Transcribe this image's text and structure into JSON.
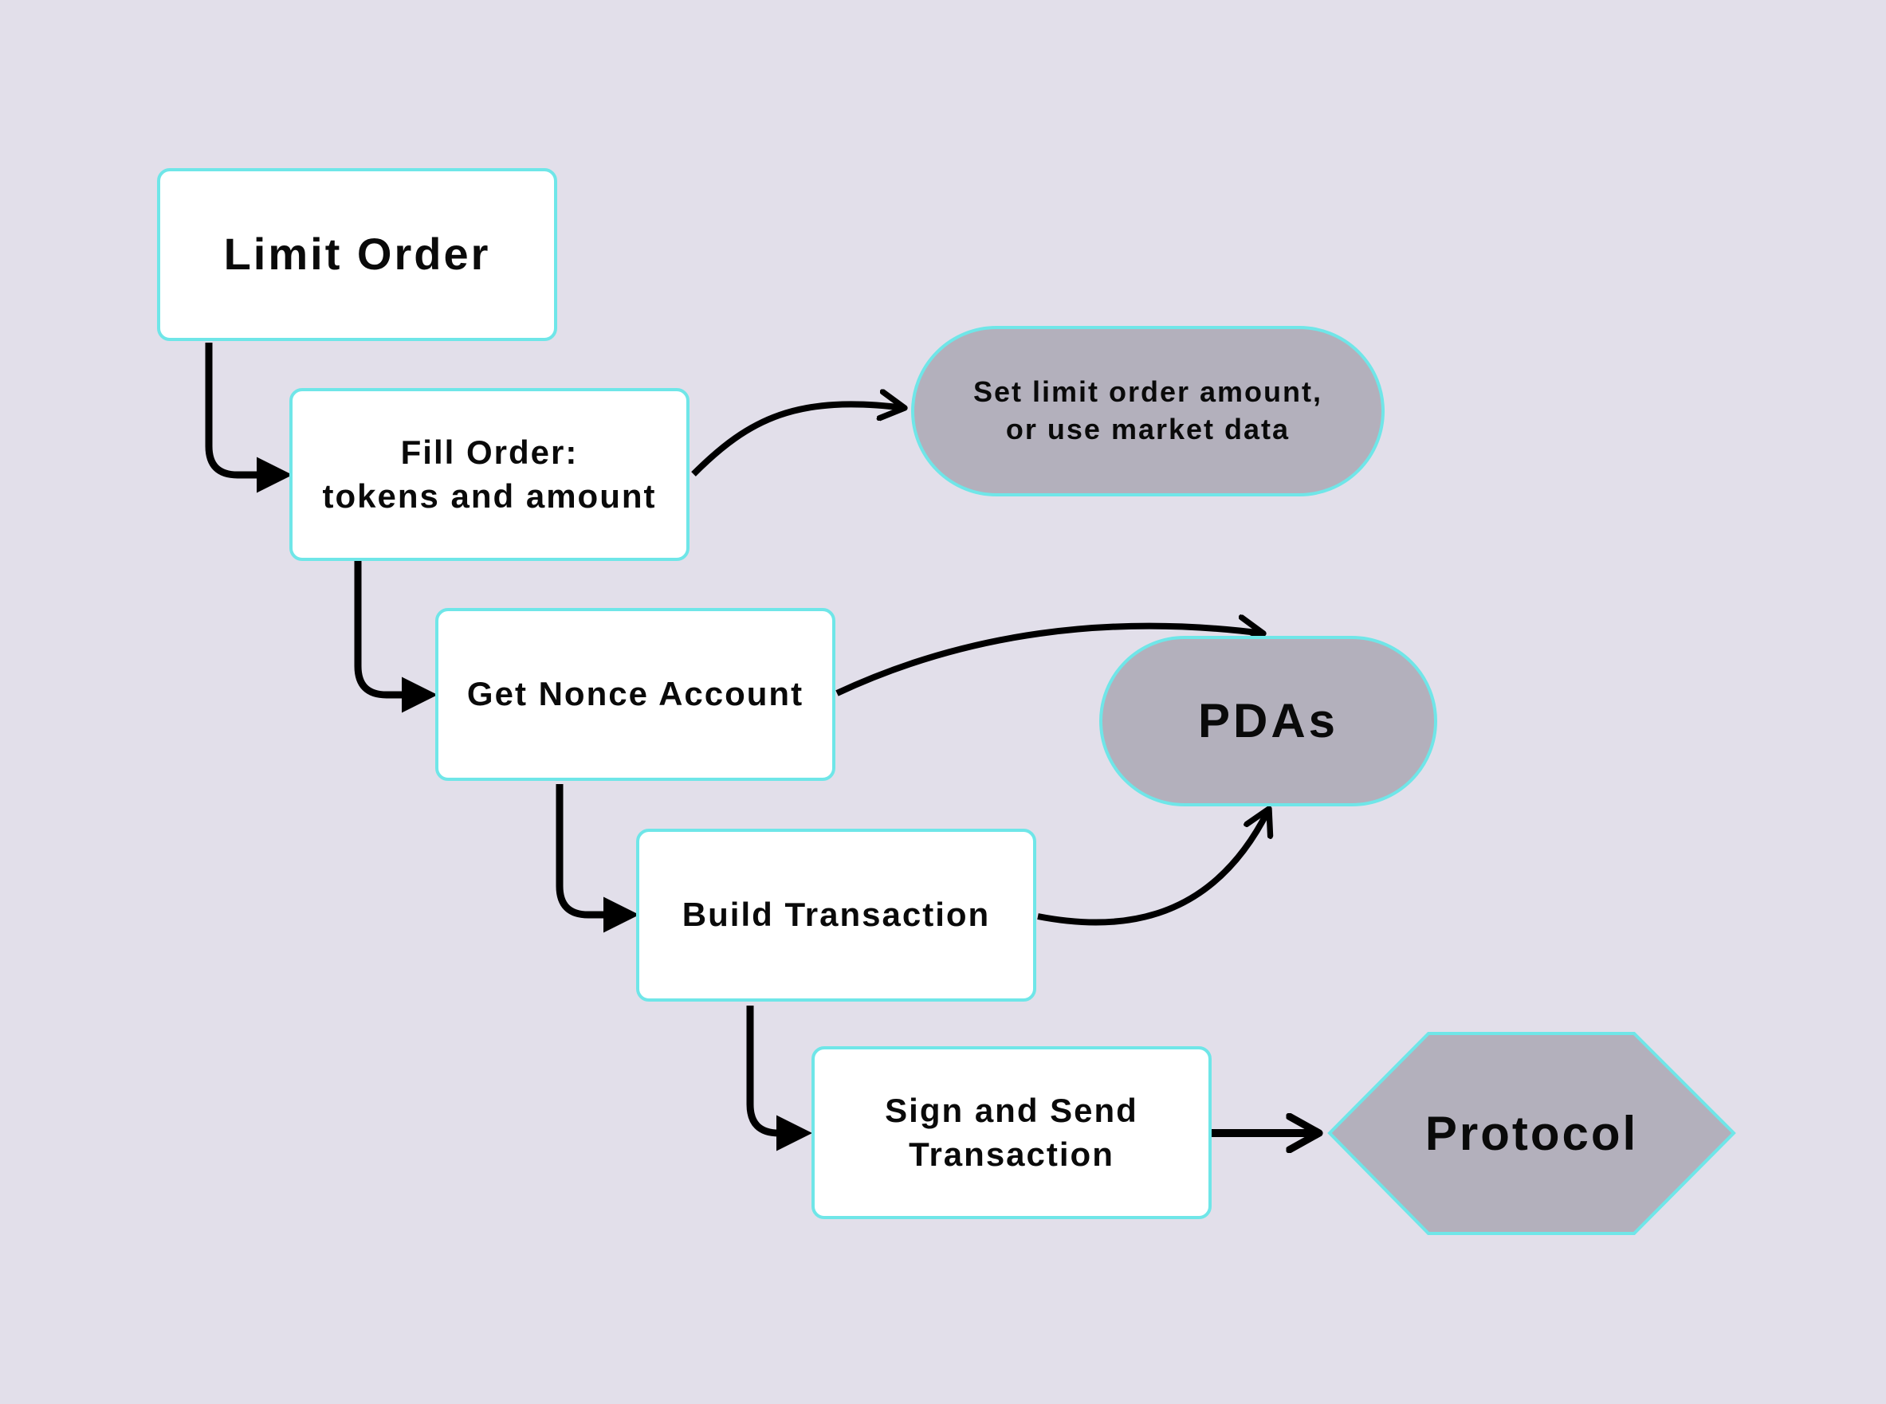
{
  "diagram": {
    "title": "Limit order flow",
    "steps": [
      {
        "id": "limit-order",
        "label": "Limit Order"
      },
      {
        "id": "fill-order",
        "label": "Fill Order:\ntokens and amount"
      },
      {
        "id": "get-nonce-account",
        "label": "Get Nonce Account"
      },
      {
        "id": "build-transaction",
        "label": "Build Transaction"
      },
      {
        "id": "sign-and-send",
        "label": "Sign and Send\nTransaction"
      }
    ],
    "external_nodes": [
      {
        "id": "set-limit-amount",
        "shape": "pill",
        "label": "Set limit order amount,\nor use market data"
      },
      {
        "id": "pdas",
        "shape": "pill",
        "label": "PDAs"
      },
      {
        "id": "protocol",
        "shape": "hexagon",
        "label": "Protocol"
      }
    ],
    "edges": [
      {
        "from": "limit-order",
        "to": "fill-order",
        "style": "elbow"
      },
      {
        "from": "fill-order",
        "to": "get-nonce-account",
        "style": "elbow"
      },
      {
        "from": "get-nonce-account",
        "to": "build-transaction",
        "style": "elbow"
      },
      {
        "from": "build-transaction",
        "to": "sign-and-send",
        "style": "elbow"
      },
      {
        "from": "fill-order",
        "to": "set-limit-amount",
        "style": "curve"
      },
      {
        "from": "get-nonce-account",
        "to": "pdas",
        "style": "curve"
      },
      {
        "from": "build-transaction",
        "to": "pdas",
        "style": "curve"
      },
      {
        "from": "sign-and-send",
        "to": "protocol",
        "style": "straight"
      }
    ],
    "colors": {
      "background": "#e2dfea",
      "step_fill": "#ffffff",
      "external_fill": "#b3b0bc",
      "outline": "#6fe6e8",
      "arrow": "#000000",
      "text": "#0a0a0a"
    }
  }
}
